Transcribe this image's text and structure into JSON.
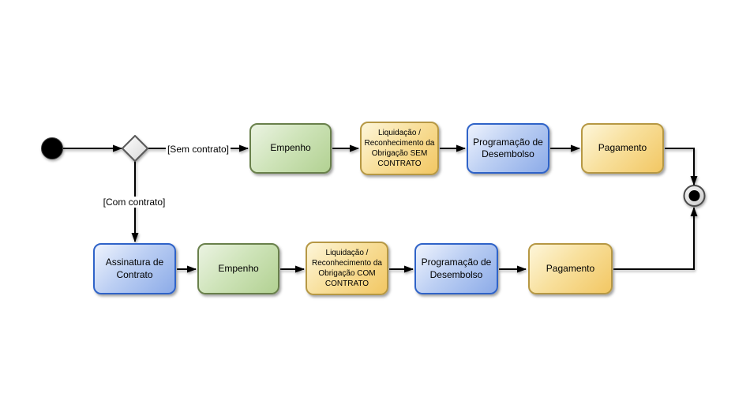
{
  "diagram": {
    "type": "activity-flowchart",
    "background_color": "#ffffff",
    "edge_labels": {
      "sem_contrato": "[Sem contrato]",
      "com_contrato": "[Com contrato]"
    },
    "nodes": {
      "empenho_sem": {
        "label": "Empenho",
        "style": "green"
      },
      "liquidacao_sem": {
        "label": "Liquidação /\nReconhecimento da\nObrigação SEM\nCONTRATO",
        "style": "yellow"
      },
      "programacao_sem": {
        "label": "Programação de\nDesembolso",
        "style": "blue"
      },
      "pagamento_sem": {
        "label": "Pagamento",
        "style": "yellow"
      },
      "assinatura_contrato": {
        "label": "Assinatura de\nContrato",
        "style": "blue"
      },
      "empenho_com": {
        "label": "Empenho",
        "style": "green"
      },
      "liquidacao_com": {
        "label": "Liquidação /\nReconhecimento da\nObrigação COM\nCONTRATO",
        "style": "yellow"
      },
      "programacao_com": {
        "label": "Programação de\nDesembolso",
        "style": "blue"
      },
      "pagamento_com": {
        "label": "Pagamento",
        "style": "yellow"
      }
    },
    "edges": [
      {
        "from": "start",
        "to": "decision"
      },
      {
        "from": "decision",
        "to": "empenho_sem",
        "label": "[Sem contrato]"
      },
      {
        "from": "empenho_sem",
        "to": "liquidacao_sem"
      },
      {
        "from": "liquidacao_sem",
        "to": "programacao_sem"
      },
      {
        "from": "programacao_sem",
        "to": "pagamento_sem"
      },
      {
        "from": "pagamento_sem",
        "to": "end"
      },
      {
        "from": "decision",
        "to": "assinatura_contrato",
        "label": "[Com contrato]"
      },
      {
        "from": "assinatura_contrato",
        "to": "empenho_com"
      },
      {
        "from": "empenho_com",
        "to": "liquidacao_com"
      },
      {
        "from": "liquidacao_com",
        "to": "programacao_com"
      },
      {
        "from": "programacao_com",
        "to": "pagamento_com"
      },
      {
        "from": "pagamento_com",
        "to": "end"
      }
    ],
    "colors": {
      "green_fill_top": "#ebf3e2",
      "green_fill_bottom": "#b2d192",
      "green_border": "#69804b",
      "blue_fill_top": "#eef3fd",
      "blue_fill_bottom": "#8cabe8",
      "blue_border": "#2f63c8",
      "yellow_fill_top": "#fdf6da",
      "yellow_fill_bottom": "#f2c763",
      "yellow_border": "#b69844",
      "edge_color": "#000000",
      "decision_border": "#595959"
    }
  }
}
